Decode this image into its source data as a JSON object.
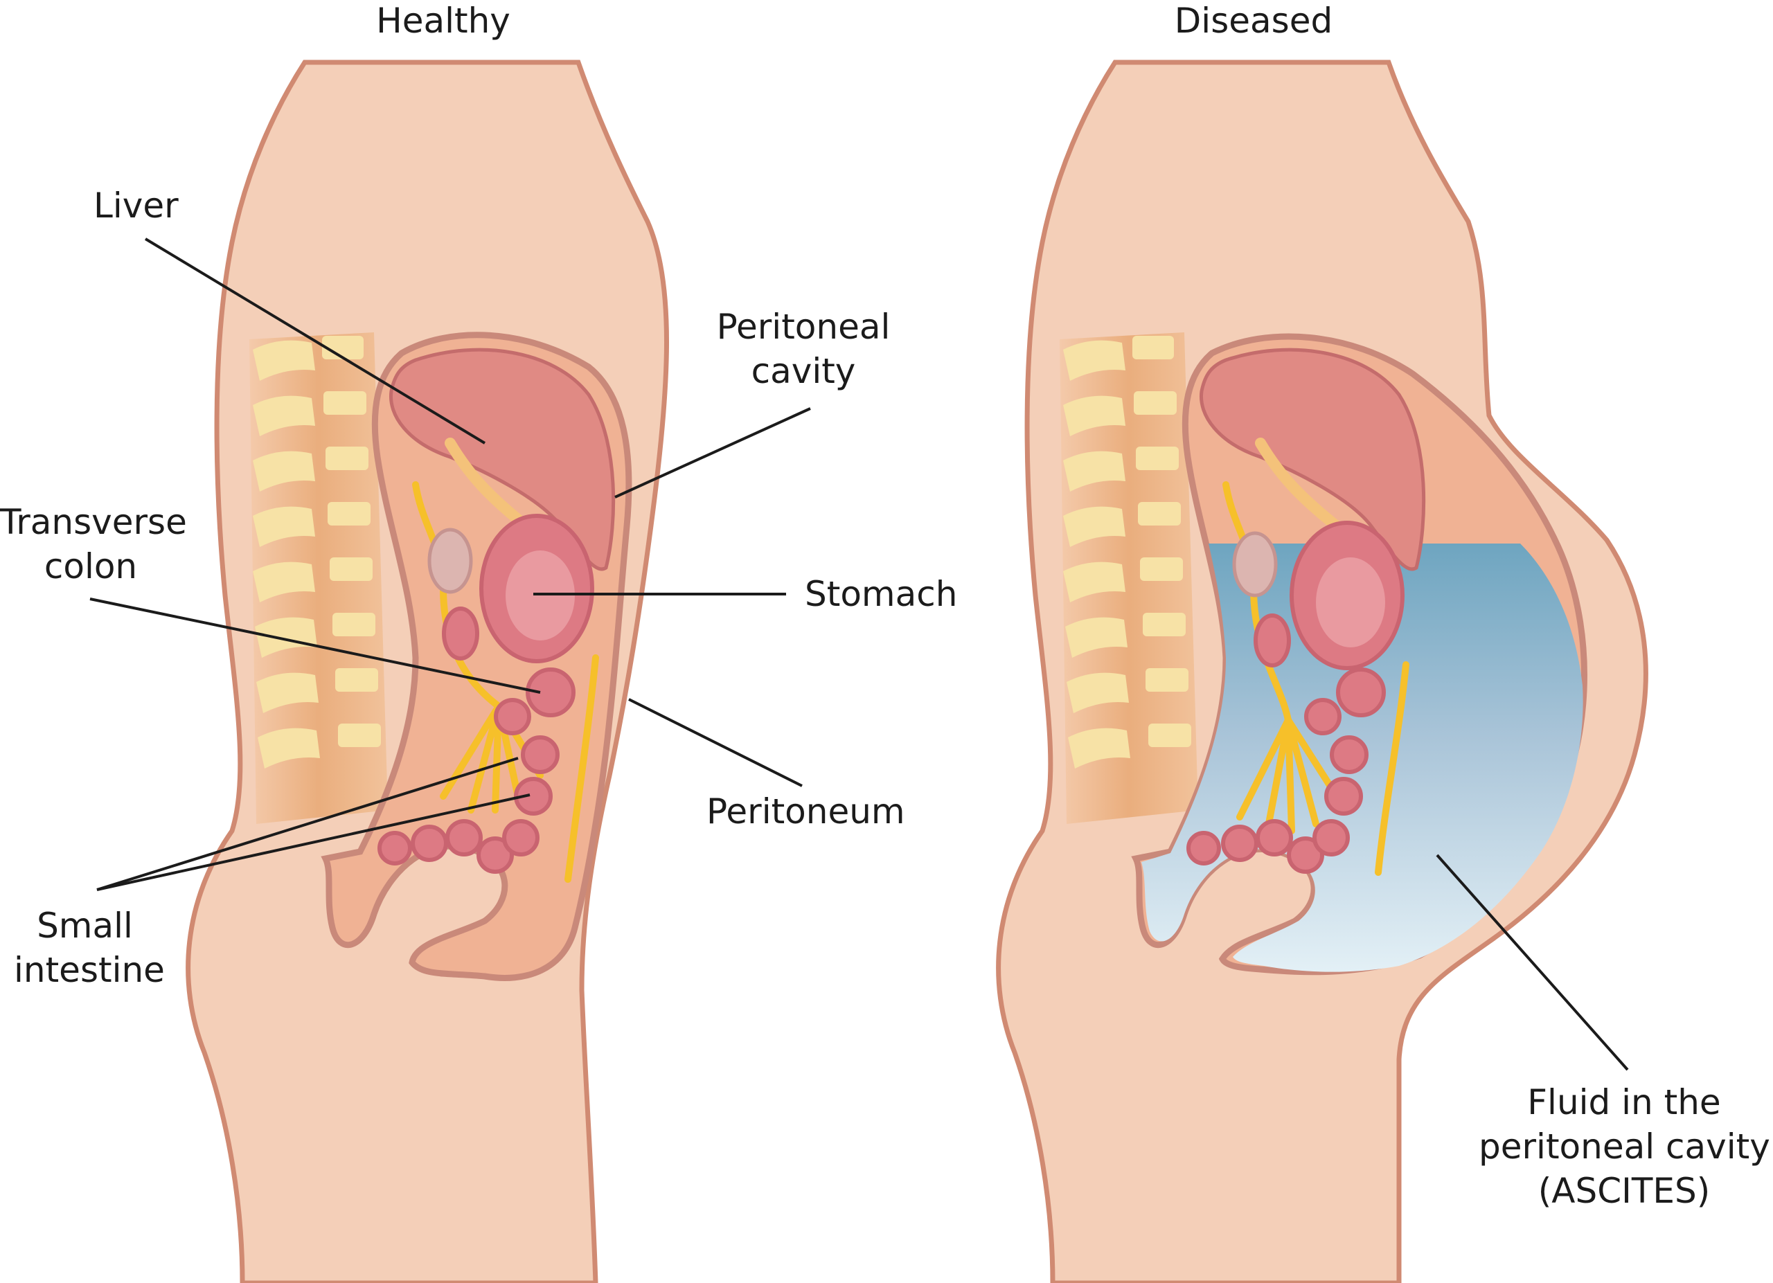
{
  "panels": {
    "healthy": {
      "title": "Healthy"
    },
    "diseased": {
      "title": "Diseased"
    }
  },
  "labels": {
    "liver": "Liver",
    "peritoneal_cavity": [
      "Peritoneal",
      "cavity"
    ],
    "transverse_colon": [
      "Transverse",
      "colon"
    ],
    "stomach": "Stomach",
    "peritoneum": "Peritoneum",
    "small_intestine": [
      "Small",
      "intestine"
    ],
    "fluid": [
      "Fluid in the",
      "peritoneal cavity",
      "(ASCITES)"
    ]
  },
  "colors": {
    "skin": "#f4cfb8",
    "skin_outline": "#d08a72",
    "cavity": "#f0b294",
    "liver": "#e08a84",
    "organ": "#dd7a84",
    "mesentery": "#f6c02a",
    "spine": "#f7e2a6",
    "fluid_top": "#6ea5c0",
    "fluid_bottom": "#e3f0f6"
  }
}
